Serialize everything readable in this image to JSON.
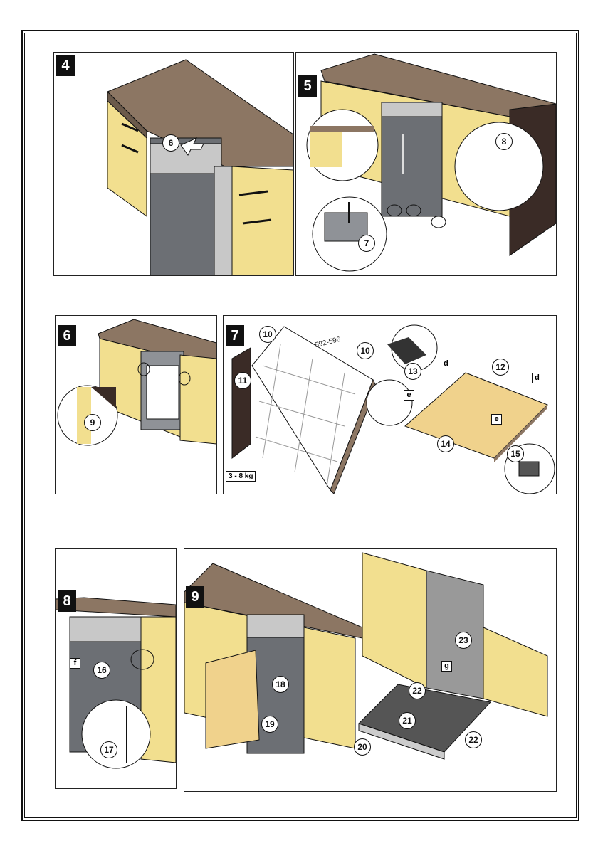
{
  "steps": [
    {
      "number": "4",
      "callouts": [
        "6"
      ]
    },
    {
      "number": "5",
      "callouts": [
        "7",
        "8"
      ]
    },
    {
      "number": "6",
      "callouts": [
        "9"
      ]
    },
    {
      "number": "7",
      "callouts": [
        "10",
        "10",
        "11",
        "12",
        "13",
        "14",
        "15"
      ],
      "letters": [
        "d",
        "d",
        "e",
        "e"
      ],
      "dimension": "592-596",
      "weight": "3 - 8 kg"
    },
    {
      "number": "8",
      "callouts": [
        "16",
        "17"
      ],
      "letters": [
        "f"
      ]
    },
    {
      "number": "9",
      "callouts": [
        "18",
        "19",
        "20",
        "21",
        "22",
        "22",
        "23"
      ],
      "letters": [
        "g"
      ]
    }
  ],
  "colors": {
    "cabinet": "#f2df8f",
    "countertop": "#8c7663",
    "appliance": "#6c6f74",
    "panel_dark": "#3a2b26",
    "steel": "#c8c8c8",
    "board": "#f0d28c"
  }
}
